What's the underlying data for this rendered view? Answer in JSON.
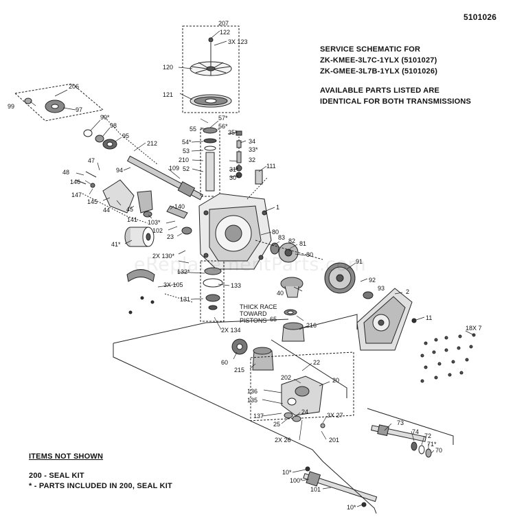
{
  "doc_id": "5101026",
  "service_title": {
    "line1": "SERVICE SCHEMATIC FOR",
    "line2": "ZK-KMEE-3L7C-1YLX (5101027)",
    "line3": "ZK-GMEE-3L7B-1YLX (5101026)",
    "line4": "AVAILABLE PARTS LISTED ARE",
    "line5": "IDENTICAL FOR BOTH TRANSMISSIONS"
  },
  "thick_race_note": [
    "THICK RACE",
    "TOWARD",
    "PISTONS"
  ],
  "watermark": "eReplacementParts.com",
  "notes": {
    "heading": "ITEMS NOT SHOWN",
    "line1": "200 - SEAL KIT",
    "line2": "* - PARTS INCLUDED IN 200, SEAL KIT"
  },
  "callouts": [
    "207",
    "122",
    "3X 123",
    "120",
    "121",
    "206",
    "99",
    "97",
    "90*",
    "98",
    "95",
    "57*",
    "56*",
    "55",
    "54*",
    "53",
    "210",
    "52",
    "35*",
    "34",
    "33*",
    "32",
    "31*",
    "30*",
    "111",
    "212",
    "109",
    "47",
    "48",
    "146",
    "94",
    "147",
    "145",
    "44",
    "45",
    "141",
    "140",
    "103*",
    "102",
    "41*",
    "23",
    "1",
    "80",
    "83",
    "82",
    "81",
    "80",
    "2X 130*",
    "132*",
    "3X 105",
    "133",
    "131",
    "40",
    "91",
    "92",
    "93",
    "2",
    "11",
    "65",
    "216",
    "2X 134",
    "18X 7",
    "60",
    "215",
    "22",
    "202",
    "20",
    "136",
    "135",
    "137",
    "25",
    "24",
    "3X 27",
    "2X 26",
    "201",
    "73",
    "74",
    "72",
    "71*",
    "70",
    "10*",
    "100*",
    "101",
    "10*"
  ]
}
